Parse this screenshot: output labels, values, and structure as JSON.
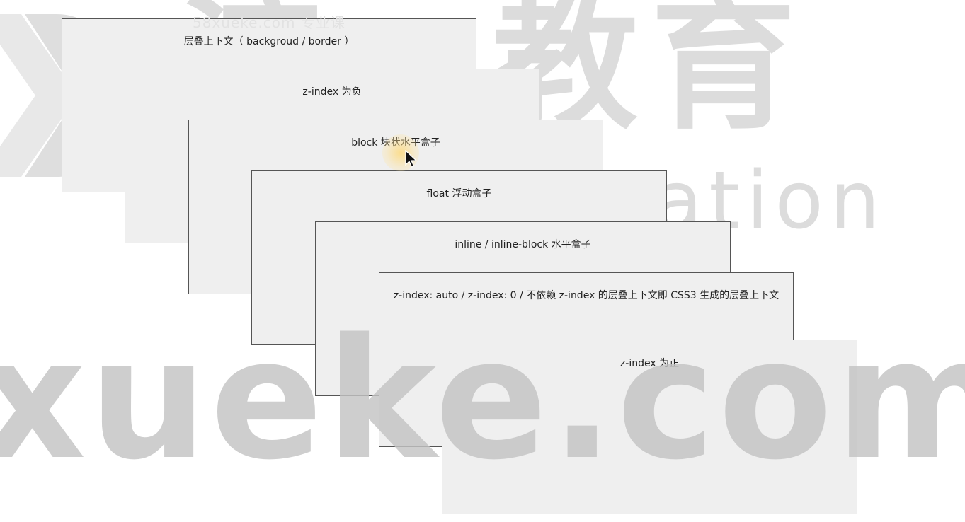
{
  "watermark": {
    "brand_cn": "渡一教育",
    "brand_en": "Duyi Education",
    "url_top": "58xueke.com 专业课",
    "url_big": "xueke.com"
  },
  "layers": [
    {
      "label": "层叠上下文（ backgroud / border ）"
    },
    {
      "label": "z-index 为负"
    },
    {
      "label": "block 块状水平盒子"
    },
    {
      "label": "float 浮动盒子"
    },
    {
      "label": "inline / inline-block 水平盒子"
    },
    {
      "label": "z-index: auto / z-index: 0 / 不依赖 z-index 的层叠上下文即 CSS3 生成的层叠上下文"
    },
    {
      "label": "z-index 为正"
    }
  ],
  "colors": {
    "box_fill": "#efefef",
    "box_border": "#555555",
    "watermark": "#dcdcdc"
  },
  "icons": {
    "cursor": "mouse-pointer-icon",
    "logo": "duyi-logo-icon"
  }
}
